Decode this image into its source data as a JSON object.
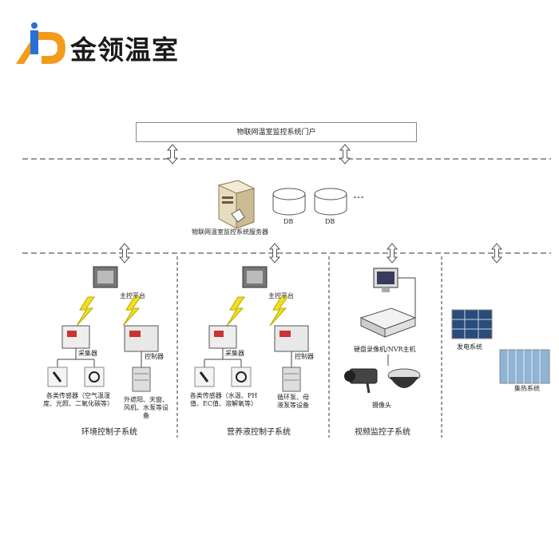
{
  "brand": {
    "name": "金领温室",
    "logo_colors": {
      "orange": "#f39c1a",
      "blue": "#2a6fd6"
    }
  },
  "portal": {
    "label": "物联网温室监控系统门户"
  },
  "server": {
    "label": "物联网温室监控系统服务器"
  },
  "databases": [
    {
      "label": "DB"
    },
    {
      "label": "DB"
    }
  ],
  "db_more": "…",
  "environment": {
    "title": "环境控制子系统",
    "main_platform": "主控平台",
    "collector": "采集器",
    "controller": "控制器",
    "sensors": "各类传感器（空气温湿度、光照、二氧化碳等）",
    "devices": "外遮阳、天窗、风机、水泵等设备"
  },
  "nutrient": {
    "title": "营养液控制子系统",
    "main_platform": "主控平台",
    "collector": "采集器",
    "controller": "控制器",
    "sensors": "各类传感器（水温、PH值、EC值、溶解氧等）",
    "devices": "循环泵、母液泵等设备"
  },
  "video": {
    "title": "视频监控子系统",
    "nvr": "硬盘录像机/NVR主机",
    "camera": "摄像头"
  },
  "power": {
    "label": "发电系统"
  },
  "heat": {
    "label": "集热系统"
  }
}
